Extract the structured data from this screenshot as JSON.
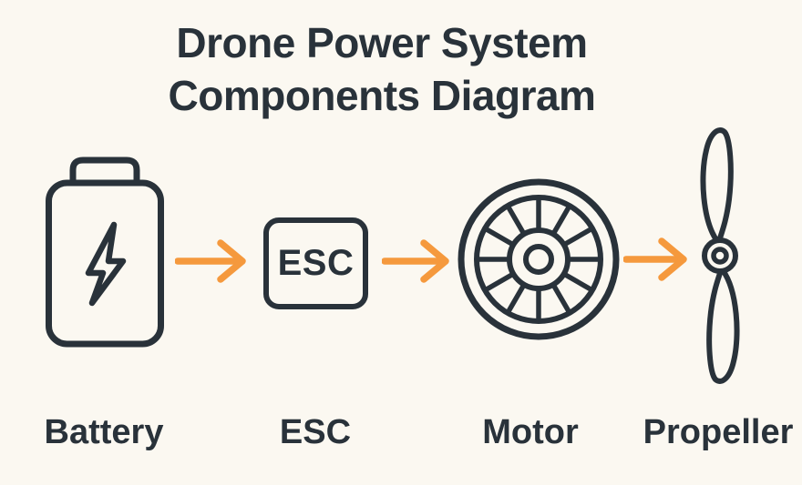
{
  "title": {
    "line1": "Drone Power System",
    "line2": "Components Diagram"
  },
  "colors": {
    "background": "#FBF8F1",
    "ink": "#29323A",
    "accent": "#F5993D"
  },
  "nodes": [
    {
      "id": "battery",
      "label": "Battery",
      "icon": "battery-bolt-icon"
    },
    {
      "id": "esc",
      "label": "ESC",
      "icon": "esc-box",
      "box_text": "ESC"
    },
    {
      "id": "motor",
      "label": "Motor",
      "icon": "motor-wheel-icon"
    },
    {
      "id": "propeller",
      "label": "Propeller",
      "icon": "propeller-icon"
    }
  ],
  "connections": [
    {
      "from": "battery",
      "to": "esc"
    },
    {
      "from": "esc",
      "to": "motor"
    },
    {
      "from": "motor",
      "to": "propeller"
    }
  ]
}
